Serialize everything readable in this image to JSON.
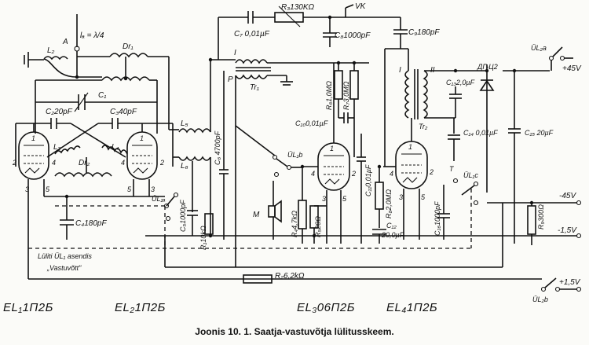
{
  "caption": "Joonis 10. 1. Saatja-vastuvõtja lülitusskeem.",
  "tubes": [
    "EL₁1П2Б",
    "EL₂1П2Б",
    "EL₃06П2Б",
    "EL₄1П2Б"
  ],
  "note": [
    "Lüliti ÜL₁ asendis",
    "„Vastuvõtt\""
  ],
  "antenna": {
    "label": "A",
    "formula": "lₐ = λ/4"
  },
  "components": {
    "L2": "L₂",
    "Dr1": "Dr₁",
    "C1": "C₁",
    "C2": "C₂20pF",
    "C3": "C₃40pF",
    "L3": "L₃",
    "L4": "L₄",
    "Dr2": "Dr₂",
    "C4": "C₄180pF",
    "L5": "L₅",
    "L6": "L₆",
    "C5": "C₅1000pF",
    "C6": "C₆ 4700pF",
    "R1": "R₁10kΩ",
    "C7": "C₇ 0,01µF",
    "R3": "R₃130KΩ",
    "VK": "VK",
    "C8": "C₈1000pF",
    "C9": "C₉180pF",
    "Tr1": "Tr₁",
    "I": "I",
    "II": "II",
    "R6": "R₆1,0MΩ",
    "R7": "R₇3,0MΩ",
    "C10": "C₁₀0,01µF",
    "C11": "C₁₁0,01µF",
    "R4": "R₄4,7kΩ",
    "R5": "R₅20Ω",
    "M": "M",
    "Tr2": "Tr₂",
    "C13": "C₁₃2,0µF",
    "DG": "ДГ-Ц2",
    "C14": "C₁₄ 0,01µF",
    "C15": "C₁₅ 20µF",
    "R8": "R₈2,0MΩ",
    "C12": "C₁₂",
    "C12v": "20,0µF",
    "C16": "C₁₆1000pF",
    "R9": "R₉300Ω",
    "R2": "R₂6,2kΩ"
  },
  "switches": {
    "UL1a": "ÜL₁ₐ",
    "UL1b": "ÜL₁b",
    "UL1c": "ÜL₁c",
    "UL2a": "ÜL₂a",
    "UL2b": "ÜL₂b"
  },
  "pins": {
    "p1": "1",
    "p2": "2",
    "p3": "3",
    "p4": "4",
    "p5": "5",
    "pT": "T",
    "pP": "P"
  },
  "supply": {
    "plus45": "+45V",
    "minus45": "-45V",
    "minus15": "-1,5V",
    "plus15": "+1,5V"
  }
}
